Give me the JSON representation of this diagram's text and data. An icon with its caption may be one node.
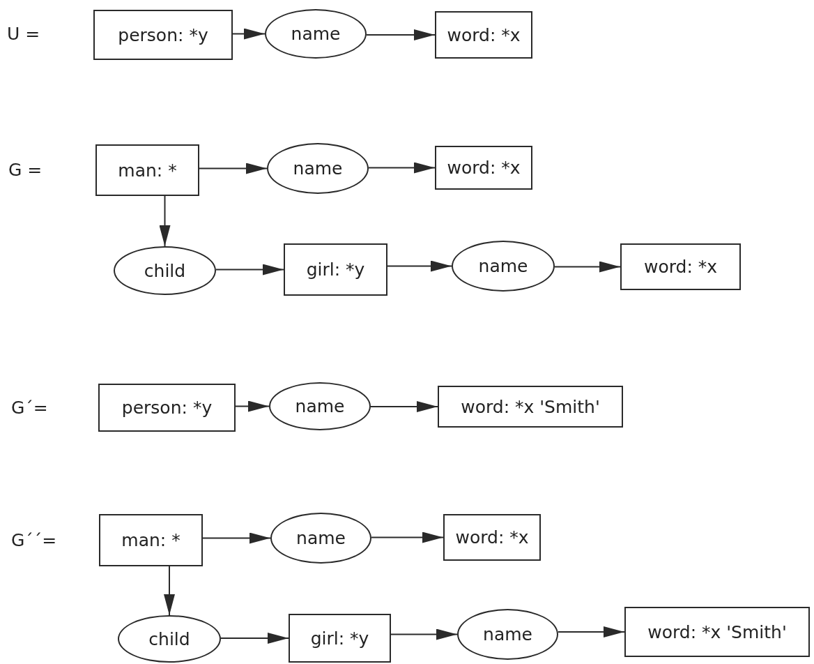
{
  "diagram": {
    "nodes": [
      {
        "text": [
          "person: *y"
        ]
      },
      {
        "text": [
          "name"
        ]
      },
      {
        "text": [
          "word: *x"
        ]
      },
      {
        "text": [
          "man: *"
        ]
      },
      {
        "text": [
          "name"
        ]
      },
      {
        "text": [
          "word: *x"
        ]
      },
      {
        "text": [
          "child"
        ]
      },
      {
        "text": [
          "girl: *y"
        ]
      },
      {
        "text": [
          "name"
        ]
      },
      {
        "text": [
          "word: *x"
        ]
      },
      {
        "text": [
          "person: *y"
        ]
      },
      {
        "text": [
          "name"
        ]
      },
      {
        "text": [
          "word: *x 'Smith'"
        ]
      },
      {
        "text": [
          "man: *"
        ]
      },
      {
        "text": [
          "name"
        ]
      },
      {
        "text": [
          "word: *x"
        ]
      },
      {
        "text": [
          "child"
        ]
      },
      {
        "text": [
          "girl: *y"
        ]
      },
      {
        "text": [
          "name"
        ]
      },
      {
        "text": [
          "word: *x 'Smith'"
        ]
      }
    ],
    "edges": [
      {
        "from": 0,
        "to": 1,
        "arrow": "to"
      },
      {
        "from": 1,
        "to": 2,
        "arrow": "to"
      },
      {
        "from": 3,
        "to": 4,
        "arrow": "to"
      },
      {
        "from": 4,
        "to": 5,
        "arrow": "to"
      },
      {
        "from": 3,
        "to": 6,
        "arrow": "to"
      },
      {
        "from": 6,
        "to": 7,
        "arrow": "to"
      },
      {
        "from": 7,
        "to": 8,
        "arrow": "to"
      },
      {
        "from": 8,
        "to": 9,
        "arrow": "to"
      },
      {
        "from": 10,
        "to": 11,
        "arrow": "to"
      },
      {
        "from": 11,
        "to": 12,
        "arrow": "to"
      },
      {
        "from": 13,
        "to": 14,
        "arrow": "to"
      },
      {
        "from": 14,
        "to": 15,
        "arrow": "to"
      },
      {
        "from": 13,
        "to": 16,
        "arrow": "to"
      },
      {
        "from": 16,
        "to": 17,
        "arrow": "to"
      },
      {
        "from": 17,
        "to": 18,
        "arrow": "to"
      },
      {
        "from": 18,
        "to": 19,
        "arrow": "to"
      }
    ],
    "labels": [
      "U =",
      "G =",
      "G´=",
      "G´´="
    ]
  }
}
